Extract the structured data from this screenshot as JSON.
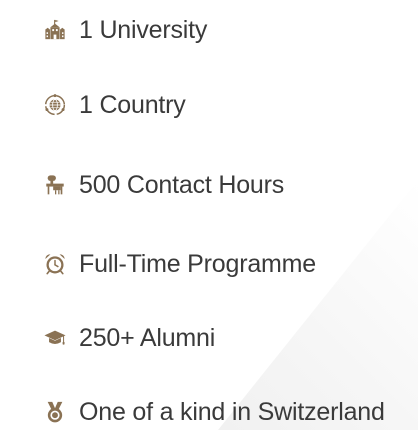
{
  "theme": {
    "accent": "#8a7254",
    "text": "#3a3a3a"
  },
  "facts": [
    {
      "icon": "school-icon",
      "label": "1 University"
    },
    {
      "icon": "globe-icon",
      "label": "1 Country"
    },
    {
      "icon": "desk-chair-icon",
      "label": "500 Contact Hours"
    },
    {
      "icon": "alarm-clock-icon",
      "label": "Full-Time Programme"
    },
    {
      "icon": "graduation-cap-icon",
      "label": "250+ Alumni"
    },
    {
      "icon": "medal-icon",
      "label": "One of a kind in Switzerland"
    }
  ]
}
